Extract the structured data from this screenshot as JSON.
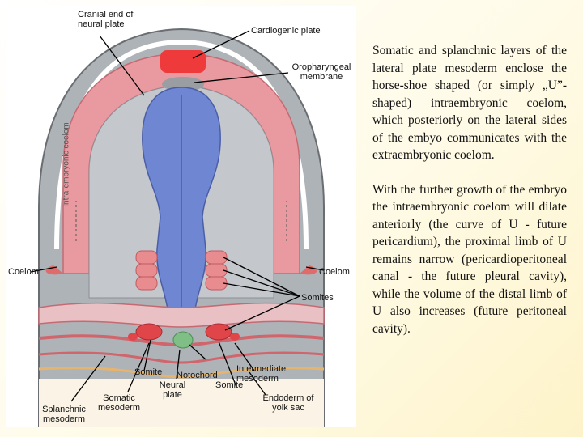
{
  "labels": {
    "cranial_end": "Cranial end of\nneural plate",
    "cardiogenic_plate": "Cardiogenic plate",
    "oropharyngeal": "Oropharyngeal\nmembrane",
    "intra_coelom": "Intra-embryonic coelom",
    "coelom_left": "Coelom",
    "coelom_right": "Coelom",
    "somites_right": "Somites",
    "somite_left": "Somite",
    "notochord": "Notochord",
    "intermediate_mesoderm": "Intermediate\nmesoderm",
    "somite_bottom": "Somite",
    "neural_plate": "Neural\nplate",
    "splanchnic_mesoderm": "Splanchnic\nmesoderm",
    "somatic_mesoderm": "Somatic\nmesoderm",
    "endoderm_yolk_sac": "Endoderm of\nyolk sac"
  },
  "paragraphs": [
    "Somatic and splanchnic layers of the lateral plate mesoderm enclose the horse-shoe shaped (or simply „U”-shaped) intraembryonic coelom, which posteriorly on the lateral sides of the embyo communicates with the extraembryonic coelom.",
    "With the further growth of the embryo the intraembryonic coelom will dilate anteriorly (the curve of U - future pericardium), the proximal limb of U remains narrow (pericardioperitoneal canal - the future pleural cavity), while the volume of the distal limb of U also increases (future peritoneal cavity)."
  ],
  "colors": {
    "neural_plate": "#6f87d2",
    "coelom": "#e99aa0",
    "cardiogenic": "#ee3a3a",
    "notochord": "#7fbf86",
    "somite": "#e06b6b",
    "ectoderm_grey": "#b9bdc2"
  }
}
